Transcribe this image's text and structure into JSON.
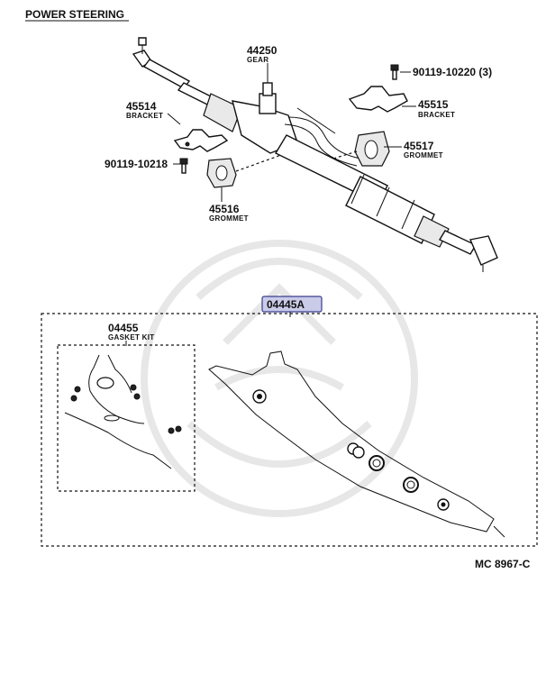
{
  "section_title": "POWER STEERING",
  "parts": {
    "p44250": {
      "number": "44250",
      "name": "GEAR"
    },
    "p90119_10220": {
      "number": "90119-10220 (3)"
    },
    "p45515": {
      "number": "45515",
      "name": "BRACKET"
    },
    "p45514": {
      "number": "45514",
      "name": "BRACKET"
    },
    "p45517": {
      "number": "45517",
      "name": "GROMMET"
    },
    "p90119_10218": {
      "number": "90119-10218"
    },
    "p45516": {
      "number": "45516",
      "name": "GROMMET"
    },
    "p04445A": {
      "number": "04445A"
    },
    "p04455": {
      "number": "04455",
      "name": "GASKET KIT"
    }
  },
  "diagram_code": "MC 8967-C",
  "colors": {
    "highlight_fill": "#c9cbe8",
    "highlight_stroke": "#3a3d8f",
    "line": "#111111"
  }
}
